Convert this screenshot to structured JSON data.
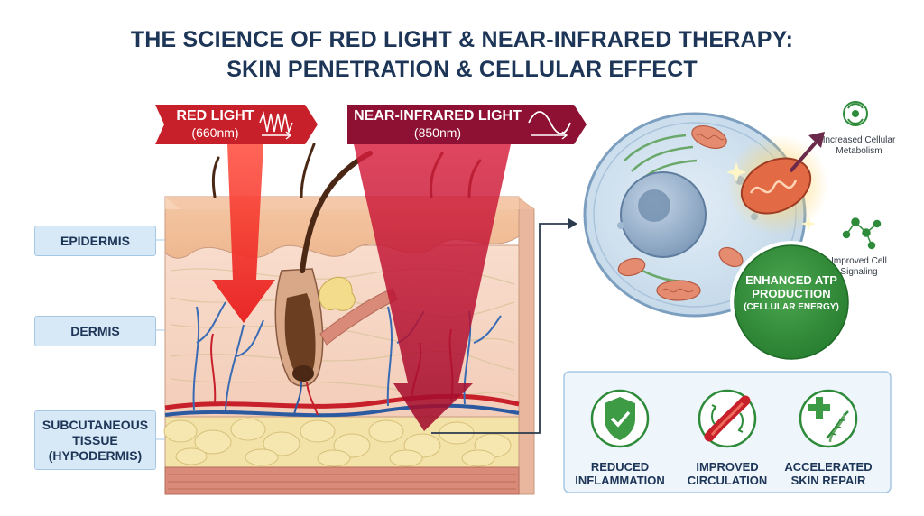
{
  "title": {
    "line1": "THE SCIENCE OF RED LIGHT & NEAR-INFRARED THERAPY:",
    "line2": "SKIN PENETRATION & CELLULAR EFFECT"
  },
  "light_sources": {
    "red": {
      "label": "RED LIGHT",
      "wavelength": "(660nm)",
      "color": "#c8202a"
    },
    "nir": {
      "label": "NEAR-INFRARED LIGHT",
      "wavelength": "(850nm)",
      "color": "#8e1033"
    }
  },
  "skin_layers": {
    "epidermis": "EPIDERMIS",
    "dermis": "DERMIS",
    "subcutaneous": "SUBCUTANEOUS TISSUE (HYPODERMIS)"
  },
  "cell": {
    "atp_title": "ENHANCED ATP PRODUCTION",
    "atp_sub": "(CELLULAR ENERGY)",
    "metabolism": "Increased Cellular Metabolism",
    "signaling": "Improved Cell Signaling"
  },
  "benefits": [
    {
      "label": "REDUCED INFLAMMATION",
      "icon": "shield-check-icon"
    },
    {
      "label": "IMPROVED CIRCULATION",
      "icon": "blood-vessel-icon"
    },
    {
      "label": "ACCELERATED SKIN REPAIR",
      "icon": "dna-repair-icon"
    }
  ],
  "colors": {
    "title": "#1d3557",
    "green": "#2e8b3a",
    "skin": "#f6cfb5"
  }
}
